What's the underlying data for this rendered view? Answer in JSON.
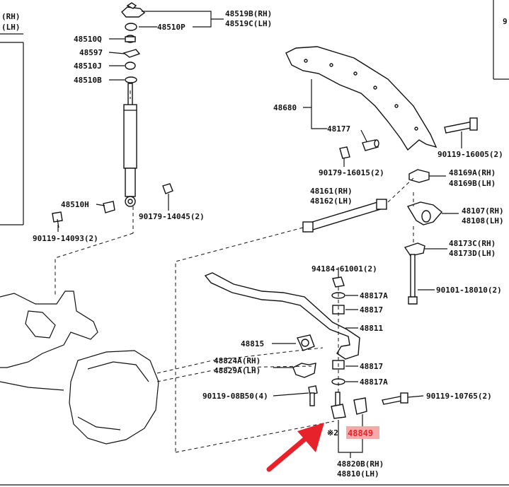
{
  "colors": {
    "line": "#111111",
    "background": "#ffffff",
    "highlight_fill": "#f6a9a9",
    "highlight_text": "#e8222a",
    "arrow": "#e8222a"
  },
  "frame": {
    "corner_left_lines": [
      "(RH)",
      "(LH)"
    ],
    "corner_right_text": "9"
  },
  "labels": {
    "p48519": [
      "48519B(RH)",
      "48519C(LH)"
    ],
    "p48510P": "48510P",
    "p48510Q": "48510Q",
    "p48597": "48597",
    "p48510J": "48510J",
    "p48510B": "48510B",
    "p48510H": "48510H",
    "p90119_14093": "90119-14093(2)",
    "p90179_14045": "90179-14045(2)",
    "p48680": "48680",
    "p48177": "48177",
    "p90119_16005": "90119-16005(2)",
    "p90179_16015": "90179-16015(2)",
    "p48169": [
      "48169A(RH)",
      "48169B(LH)"
    ],
    "p48161": [
      "48161(RH)",
      "48162(LH)"
    ],
    "p48107": [
      "48107(RH)",
      "48108(LH)"
    ],
    "p48173": [
      "48173C(RH)",
      "48173D(LH)"
    ],
    "p94184": "94184-61001(2)",
    "p90101_18010": "90101-18010(2)",
    "p48817A_top": "48817A",
    "p48817_top": "48817",
    "p48811": "48811",
    "p48815": "48815",
    "p48824": [
      "48824A(RH)",
      "48829A(LH)"
    ],
    "p48817_bottom": "48817",
    "p48817A_bottom": "48817A",
    "p90119_08B50": "90119-08B50(4)",
    "p90119_10765": "90119-10765(2)",
    "note_mark": "※2",
    "p48849": "48849",
    "p48820": [
      "48820B(RH)",
      "48810(LH)"
    ]
  },
  "icons": [
    "pointer-arrow"
  ]
}
